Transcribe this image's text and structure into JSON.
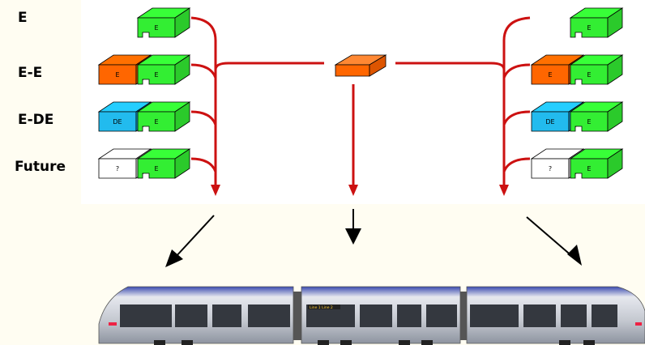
{
  "rows": [
    {
      "label": "E"
    },
    {
      "label": "E-E"
    },
    {
      "label": "E-DE"
    },
    {
      "label": "Future"
    }
  ],
  "blocks": {
    "e": "E",
    "de": "DE",
    "unknown": "?"
  },
  "colors": {
    "green": "#33ee33",
    "orange": "#ff6600",
    "cyan": "#22bbee",
    "white": "#ffffff",
    "red_arrow": "#cc1111",
    "train_blue": "#2a3a9a",
    "train_silver": "#c8ccd4"
  },
  "train": {
    "destination_sign": "Line 1 Line 2"
  }
}
